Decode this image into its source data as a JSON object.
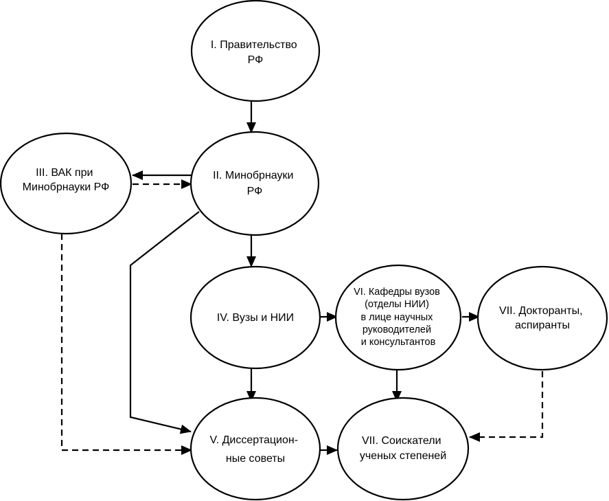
{
  "nodes": {
    "government": {
      "lines": [
        "I. Правительство",
        "РФ"
      ]
    },
    "ministry": {
      "lines": [
        "II. Минобрнауки",
        "РФ"
      ]
    },
    "vak": {
      "lines": [
        "III. ВАК при",
        "Минобрнауки РФ"
      ]
    },
    "universities": {
      "lines": [
        "IV. Вузы и НИИ"
      ]
    },
    "councils": {
      "lines": [
        "V. Диссертацион-",
        "ные советы"
      ]
    },
    "departments": {
      "lines": [
        "VI. Кафедры вузов",
        "(отделы НИИ)",
        "в лице научных",
        "руководителей",
        "и консультантов"
      ]
    },
    "doctoral": {
      "lines": [
        "VII. Докторанты,",
        "аспиранты"
      ]
    },
    "applicants": {
      "lines": [
        "VII. Соискатели",
        "ученых степеней"
      ]
    }
  },
  "edges": [
    {
      "from": "government",
      "to": "ministry",
      "style": "solid"
    },
    {
      "from": "ministry",
      "to": "vak",
      "style": "solid"
    },
    {
      "from": "vak",
      "to": "ministry",
      "style": "dashed"
    },
    {
      "from": "ministry",
      "to": "universities",
      "style": "solid"
    },
    {
      "from": "ministry",
      "to": "councils",
      "style": "solid"
    },
    {
      "from": "vak",
      "to": "councils",
      "style": "dashed"
    },
    {
      "from": "universities",
      "to": "departments",
      "style": "solid"
    },
    {
      "from": "departments",
      "to": "doctoral",
      "style": "solid"
    },
    {
      "from": "universities",
      "to": "councils",
      "style": "solid"
    },
    {
      "from": "departments",
      "to": "applicants",
      "style": "solid"
    },
    {
      "from": "councils",
      "to": "applicants",
      "style": "solid"
    },
    {
      "from": "doctoral",
      "to": "applicants",
      "style": "dashed"
    }
  ]
}
